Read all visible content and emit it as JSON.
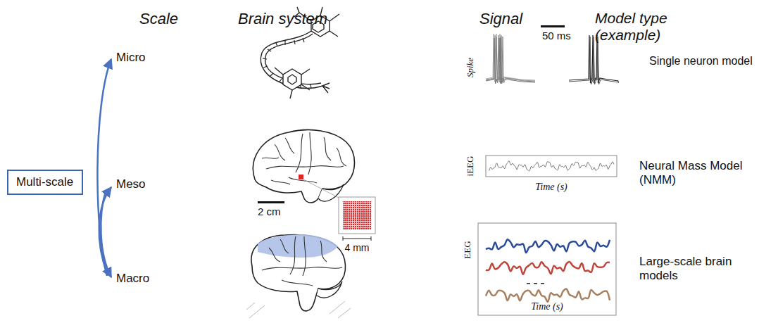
{
  "diagram": {
    "nodes": [
      {
        "text": [
          "Multi-scale"
        ]
      }
    ],
    "labels": [
      "Scale",
      "Brain system",
      "Signal",
      "Model type (example)",
      "Micro",
      "Meso",
      "Macro",
      "Spike",
      "50 ms",
      "iEEG",
      "Time (s)",
      "2 cm",
      "4 mm",
      "EEG",
      "Time (s)",
      "Single neuron model",
      "Neural Mass Model (NMM)",
      "Large-scale brain models"
    ]
  }
}
